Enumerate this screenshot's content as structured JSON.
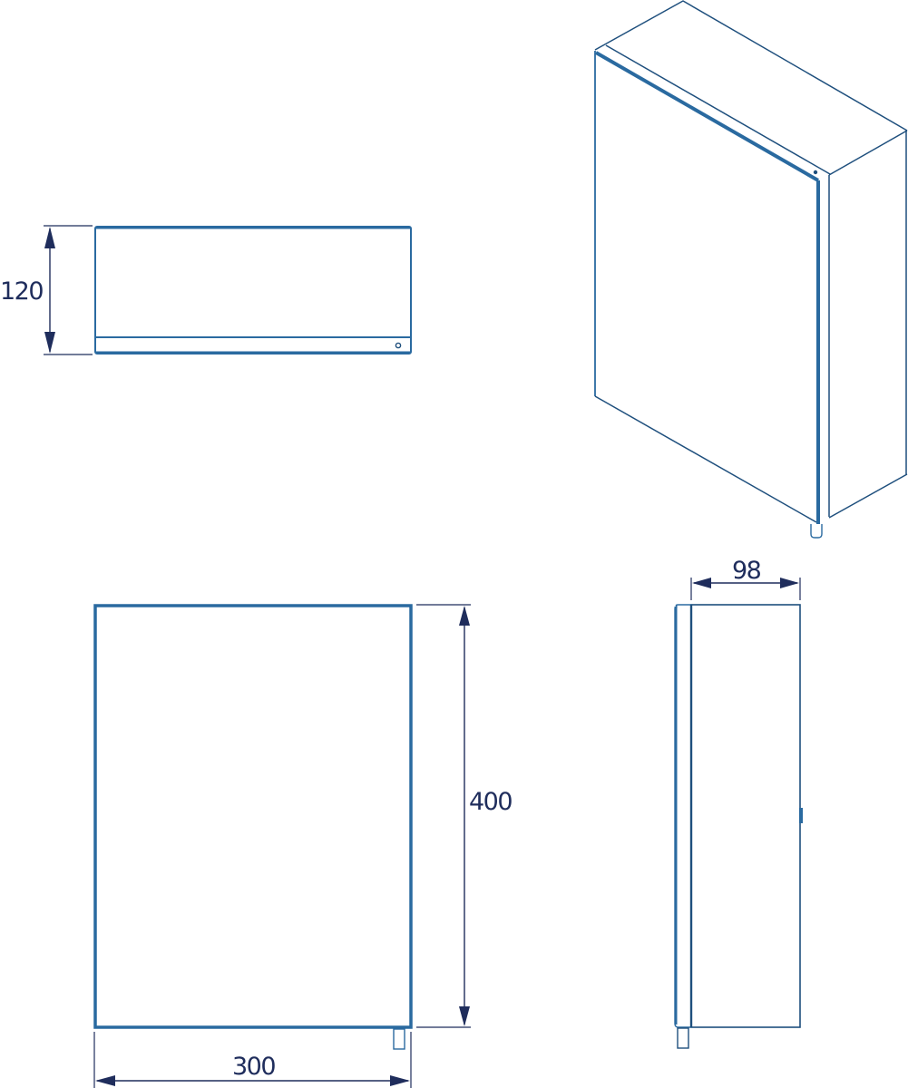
{
  "drawing": {
    "type": "technical-drawing",
    "subject": "wall cabinet",
    "colors": {
      "outline": "#2a6aa0",
      "outline_dark": "#1e4f7d",
      "dimension": "#1f2d5c",
      "background": "#ffffff"
    },
    "views": [
      {
        "name": "top-view",
        "dimension_label": "120"
      },
      {
        "name": "isometric-view"
      },
      {
        "name": "front-view",
        "width_label": "300",
        "height_label": "400"
      },
      {
        "name": "side-view",
        "depth_label": "98"
      }
    ]
  },
  "dimensions": {
    "top_depth": "120",
    "front_height": "400",
    "front_width": "300",
    "side_depth": "98"
  }
}
